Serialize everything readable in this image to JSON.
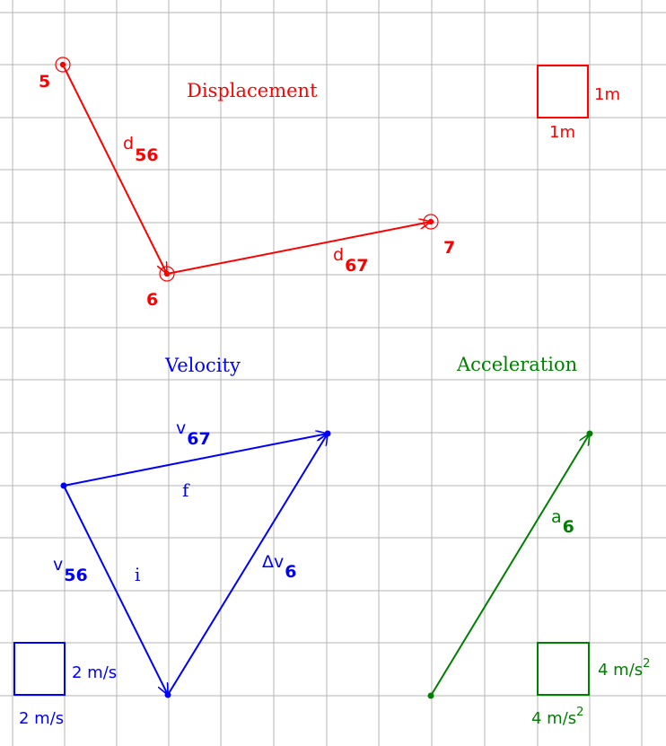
{
  "colors": {
    "grid": "#b4b4b4",
    "displacement": "#ff0000",
    "velocity": "#0000ff",
    "acceleration": "#008000"
  },
  "displacement": {
    "title": "Displacement",
    "scale_label_h": "1m",
    "scale_label_v": "1m",
    "point_5": "5",
    "point_6": "6",
    "point_7": "7",
    "d56_base": "d",
    "d56_sub": "56",
    "d67_base": "d",
    "d67_sub": "67"
  },
  "velocity": {
    "title": "Velocity",
    "v67_base": "v",
    "v67_sub": "67",
    "v56_base": "v",
    "v56_sub": "56",
    "dv6_base": "Δv",
    "dv6_sub": "6",
    "label_f": "f",
    "label_i": "i",
    "scale_label_h": "2 m/s",
    "scale_label_v": "2 m/s"
  },
  "acceleration": {
    "title": "Acceleration",
    "a6_base": "a",
    "a6_sub": "6",
    "scale_label_h": "4 m/s",
    "scale_label_h_sup": "2",
    "scale_label_v": "4 m/s",
    "scale_label_v_sup": "2"
  }
}
